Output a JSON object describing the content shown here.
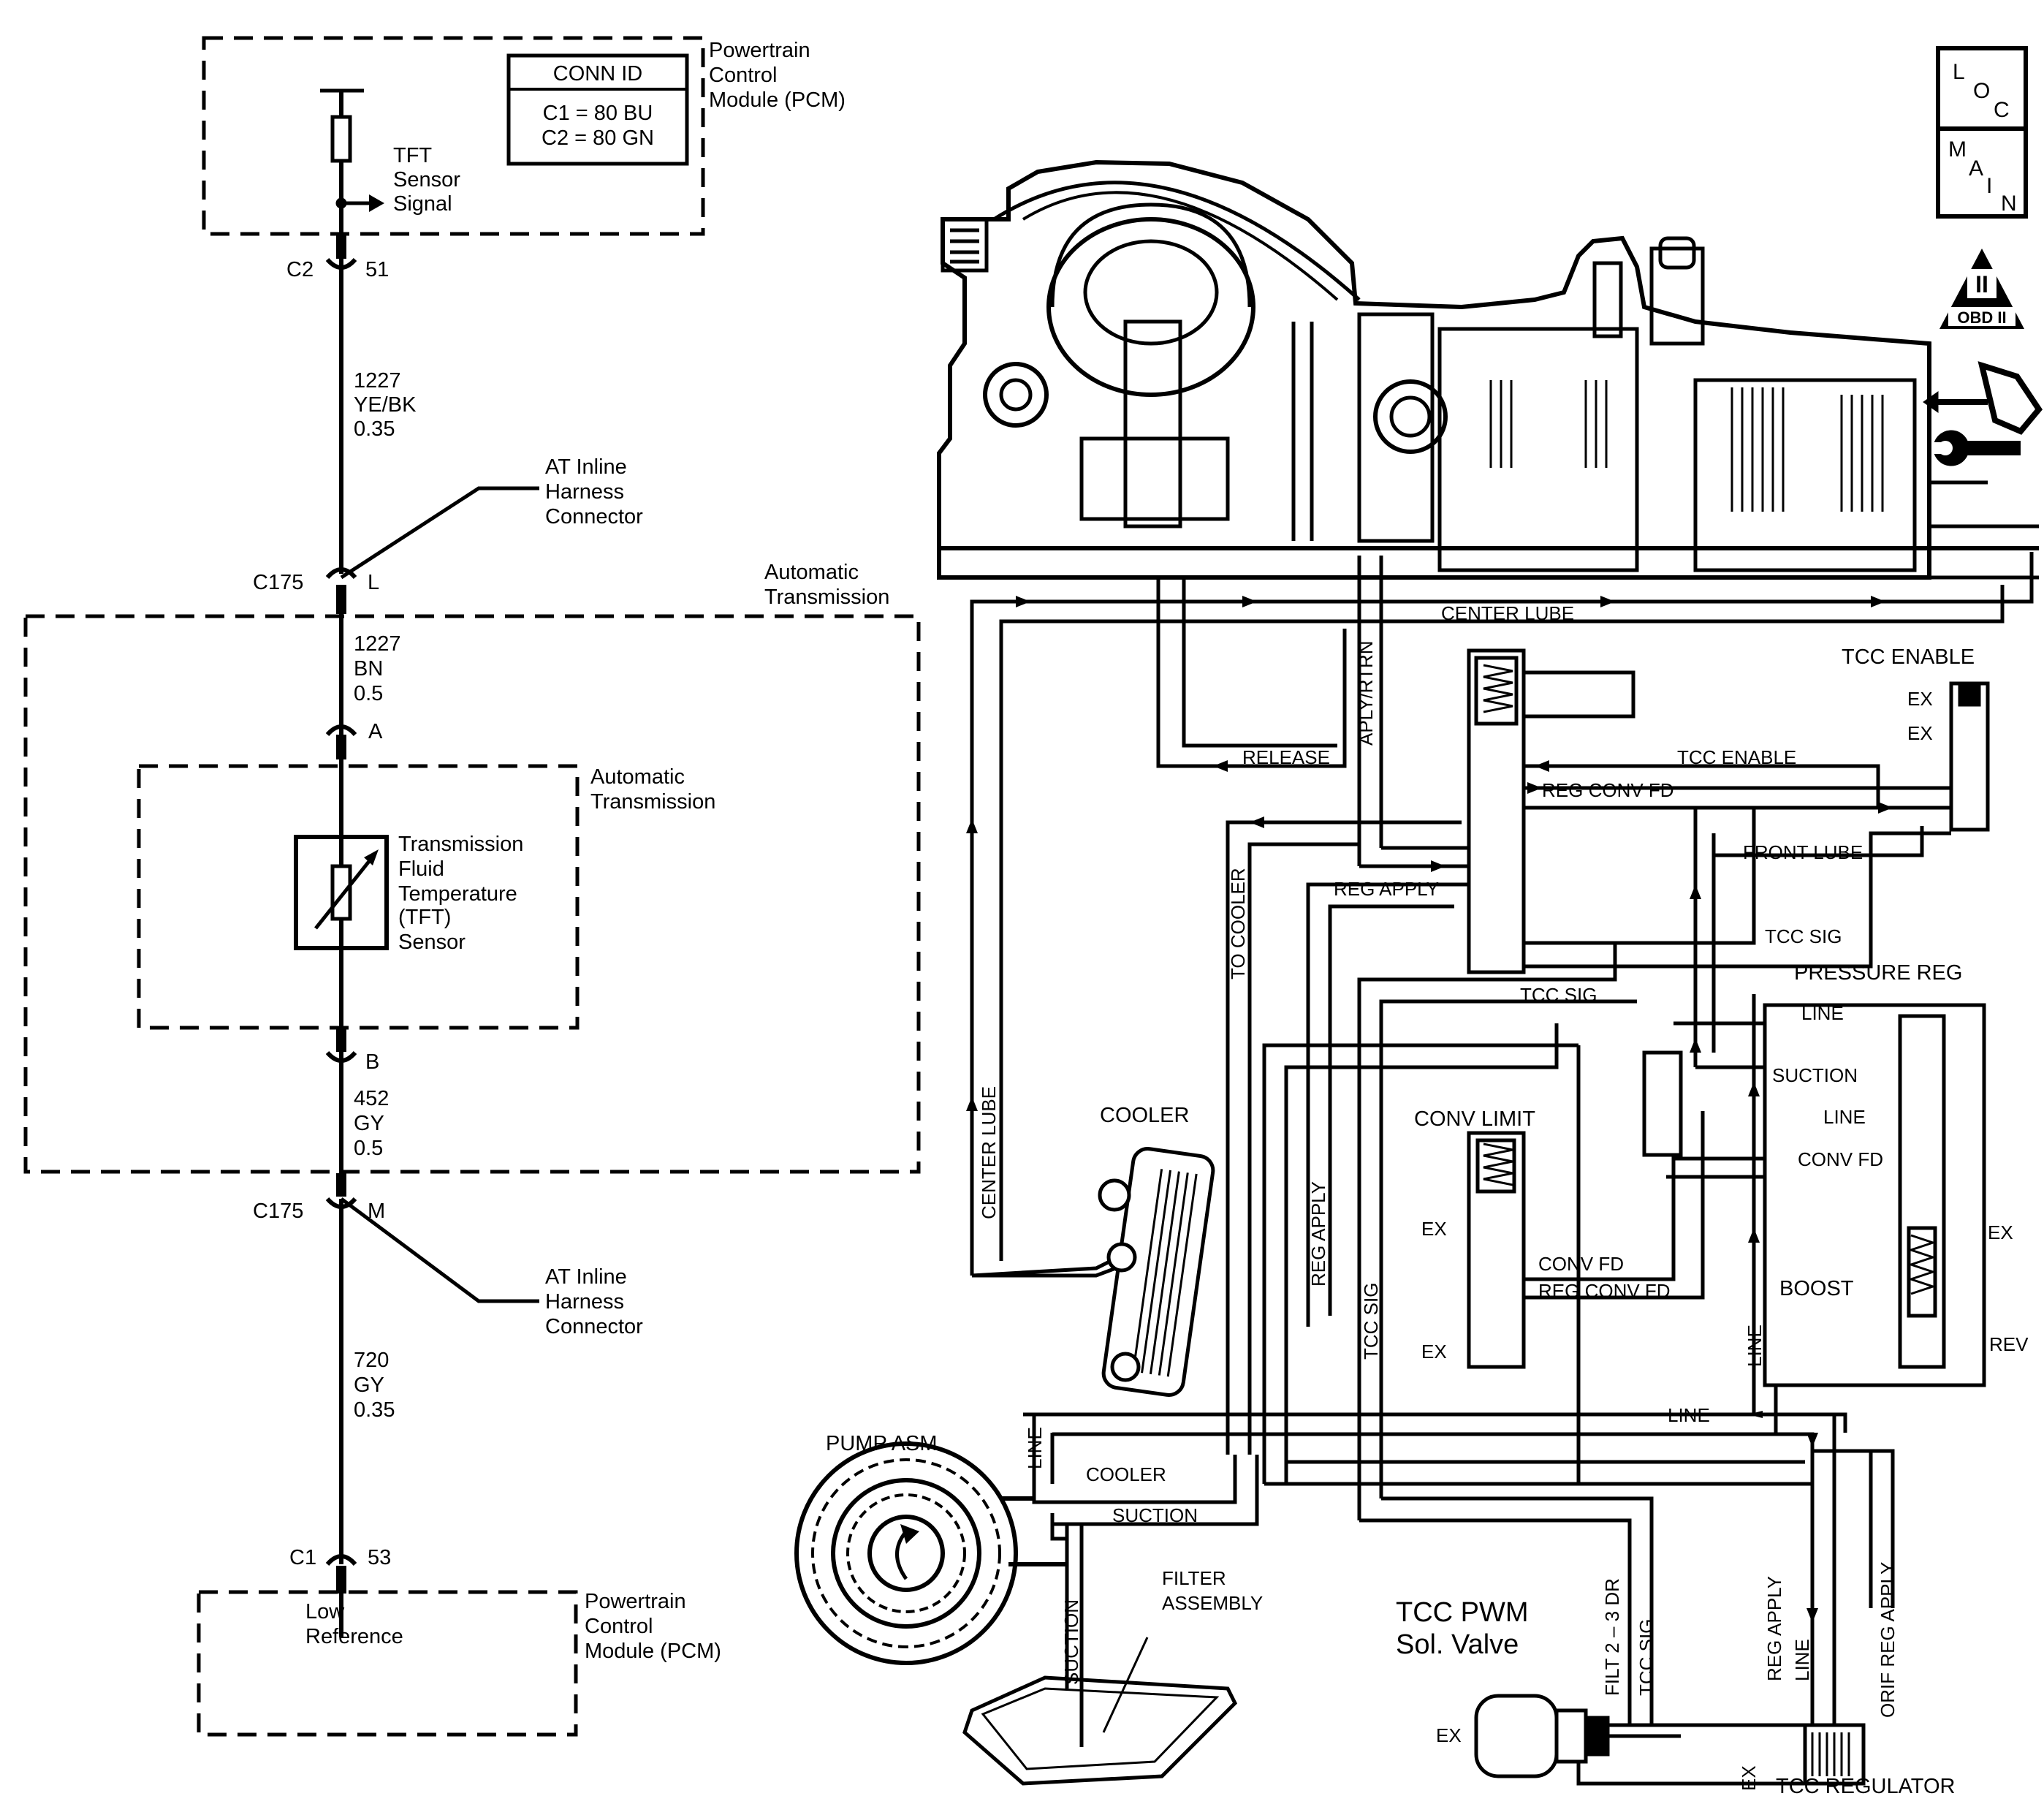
{
  "wiring": {
    "pcm_top": {
      "line1": "Powertrain",
      "line2": "Control",
      "line3": "Module (PCM)"
    },
    "conn_id": {
      "title": "CONN ID",
      "c1": "C1 = 80 BU",
      "c2": "C2 = 80 GN"
    },
    "tft_signal": {
      "line1": "TFT",
      "line2": "Sensor",
      "line3": "Signal"
    },
    "c2_conn": {
      "name": "C2",
      "pin": "51"
    },
    "wire_1227_top": {
      "circuit": "1227",
      "color": "YE/BK",
      "size": "0.35"
    },
    "inline_top": {
      "line1": "AT Inline",
      "line2": "Harness",
      "line3": "Connector"
    },
    "c175_l": {
      "name": "C175",
      "pin": "L"
    },
    "auto_trans_outer": {
      "line1": "Automatic",
      "line2": "Transmission"
    },
    "wire_1227_bot": {
      "circuit": "1227",
      "color": "BN",
      "size": "0.5"
    },
    "pin_a": "A",
    "auto_trans_inner": {
      "line1": "Automatic",
      "line2": "Transmission"
    },
    "tft_sensor": {
      "line1": "Transmission",
      "line2": "Fluid",
      "line3": "Temperature",
      "line4": "(TFT)",
      "line5": "Sensor"
    },
    "pin_b": "B",
    "wire_452": {
      "circuit": "452",
      "color": "GY",
      "size": "0.5"
    },
    "c175_m": {
      "name": "C175",
      "pin": "M"
    },
    "inline_bot": {
      "line1": "AT Inline",
      "line2": "Harness",
      "line3": "Connector"
    },
    "wire_720": {
      "circuit": "720",
      "color": "GY",
      "size": "0.35"
    },
    "c1_conn": {
      "name": "C1",
      "pin": "53"
    },
    "pcm_bot": {
      "ref1": "Low",
      "ref2": "Reference",
      "line1": "Powertrain",
      "line2": "Control",
      "line3": "Module (PCM)"
    }
  },
  "nav": {
    "loc": {
      "l": "L",
      "o": "O",
      "c": "C"
    },
    "main": {
      "m": "M",
      "a": "A",
      "i": "I",
      "n": "N"
    },
    "obd": {
      "numeral": "II",
      "label": "OBD II"
    }
  },
  "hydraulic": {
    "center_lube_top": "CENTER LUBE",
    "aply_rtrn": "APLY/RTRN",
    "tcc_enable_title": "TCC ENABLE",
    "ex": "EX",
    "release": "RELEASE",
    "tcc_enable_line": "TCC ENABLE",
    "reg_conv_fd_top": "REG CONV FD",
    "to_cooler": "TO COOLER",
    "front_lube": "FRONT LUBE",
    "reg_apply_top": "REG APPLY",
    "tcc_sig_right": "TCC SIG",
    "tcc_sig_mid": "TCC SIG",
    "pressure_reg": "PRESSURE REG",
    "line": "LINE",
    "suction_pr": "SUCTION",
    "conv_fd_pr": "CONV FD",
    "conv_limit": "CONV LIMIT",
    "cooler_title": "COOLER",
    "center_lube_left": "CENTER LUBE",
    "reg_apply_vert": "REG APPLY",
    "tcc_sig_vert": "TCC SIG",
    "conv_fd_cl": "CONV FD",
    "reg_conv_fd_cl": "REG CONV FD",
    "boost": "BOOST",
    "rev": "REV",
    "pump_asm": "PUMP ASM.",
    "cooler_line": "COOLER",
    "suction_line": "SUCTION",
    "suction_vert": "SUCTION",
    "filter1": "FILTER",
    "filter2": "ASSEMBLY",
    "tcc_pwm1": "TCC PWM",
    "tcc_pwm2": "Sol. Valve",
    "filt_23": "FILT 2 – 3 DR",
    "tcc_sig_pwm": "TCC SIG",
    "reg_apply_pwm": "REG APPLY",
    "orif_reg_apply": "ORIF REG APPLY",
    "tcc_regulator": "TCC REGULATOR"
  }
}
